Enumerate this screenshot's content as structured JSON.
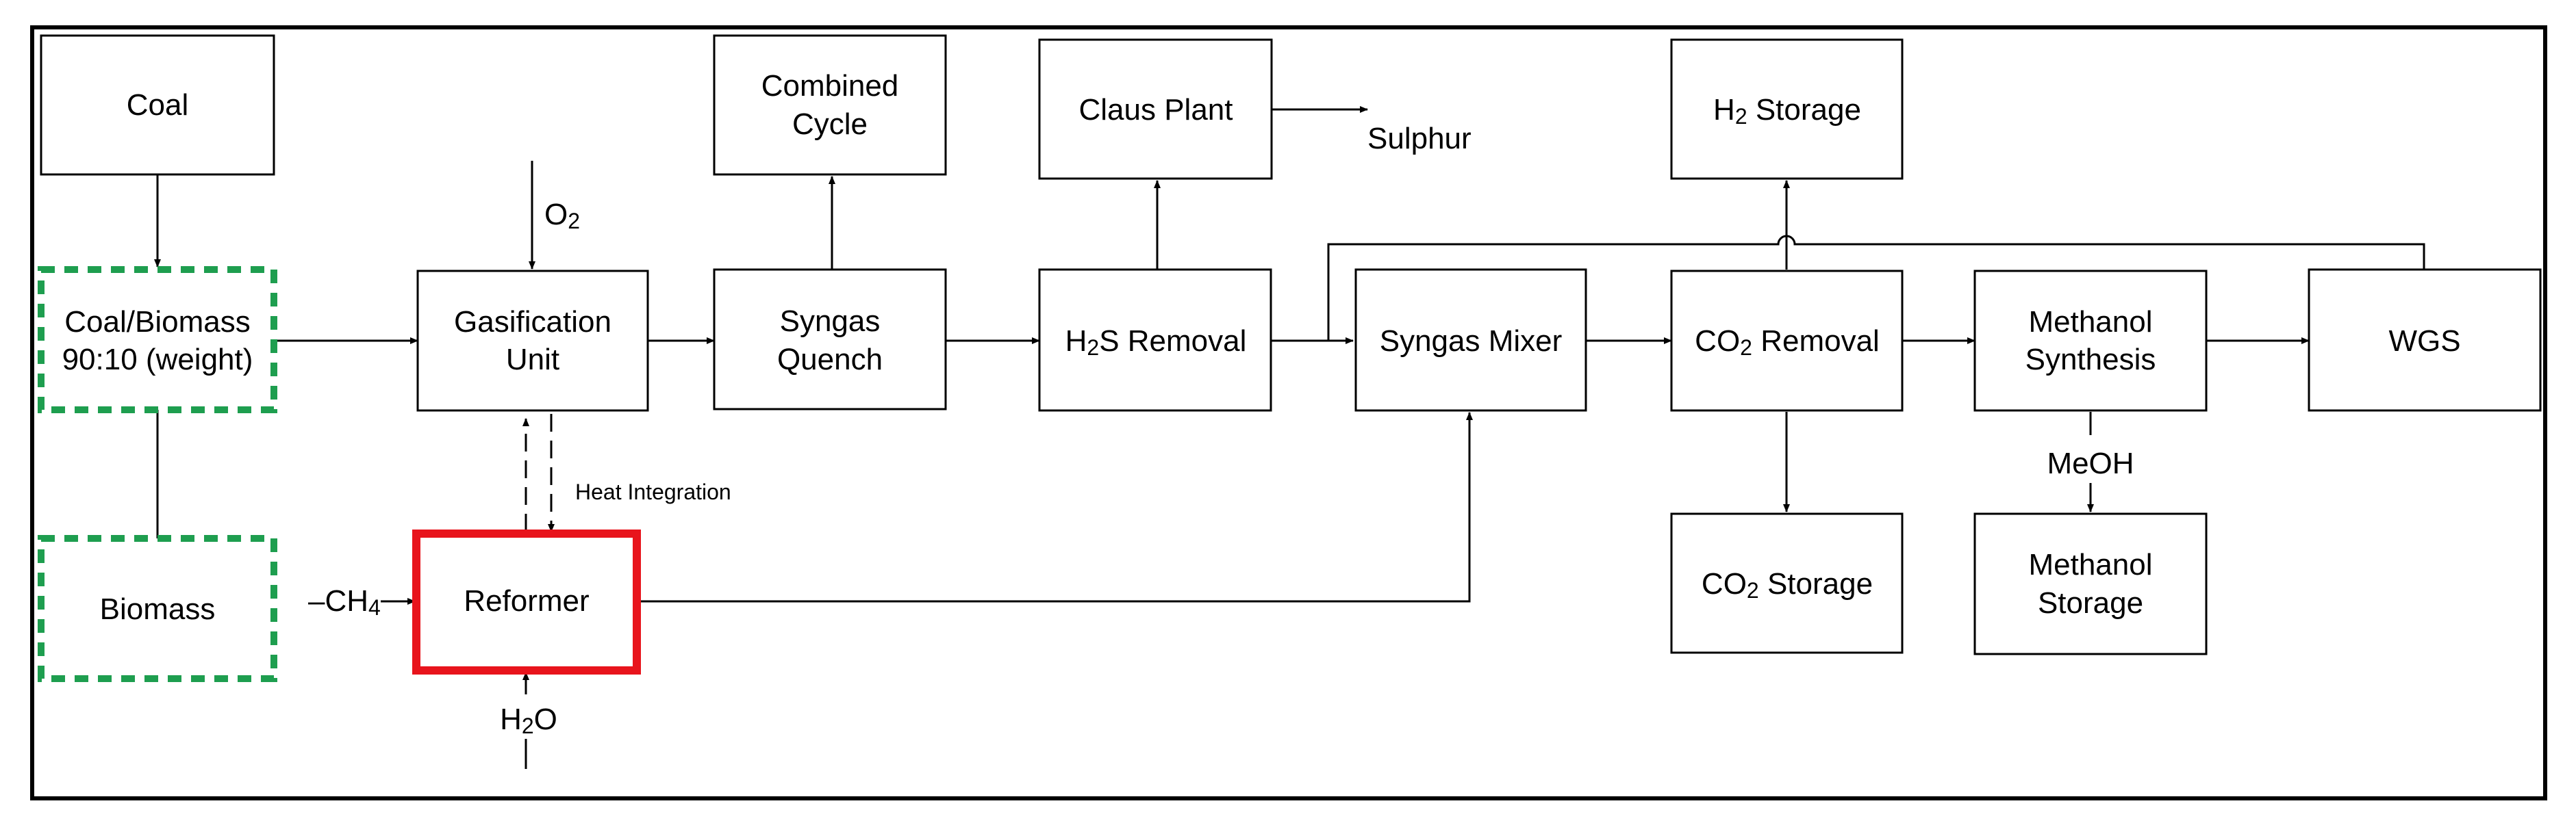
{
  "blocks": {
    "coal": [
      "Coal"
    ],
    "blend": [
      "Coal/Biomass",
      "90:10 (weight)"
    ],
    "biomass": [
      "Biomass"
    ],
    "gasification": [
      "Gasification",
      "Unit"
    ],
    "reformer": [
      "Reformer"
    ],
    "combined_cycle": [
      "Combined",
      "Cycle"
    ],
    "quench": [
      "Syngas",
      "Quench"
    ],
    "claus": [
      "Claus Plant"
    ],
    "h2s": [
      "H",
      "2",
      "S Removal"
    ],
    "mixer": [
      "Syngas Mixer"
    ],
    "h2_storage": [
      "H",
      "2",
      " Storage"
    ],
    "co2_removal": [
      "CO",
      "2",
      " Removal"
    ],
    "co2_storage": [
      "CO",
      "2",
      " Storage"
    ],
    "methanol_synthesis": [
      "Methanol",
      "Synthesis"
    ],
    "methanol_storage": [
      "Methanol",
      "Storage"
    ],
    "wgs": [
      "WGS"
    ]
  },
  "labels": {
    "o2": [
      "O",
      "2"
    ],
    "ch4": [
      "–CH",
      "4"
    ],
    "h2o": [
      "H",
      "2",
      "O"
    ],
    "sulphur": "Sulphur",
    "meoh": "MeOH",
    "heat_integration": "Heat Integration"
  },
  "colors": {
    "line": "#000000",
    "dashed_green": "#1e9e4f",
    "highlight_red": "#e8141c"
  }
}
